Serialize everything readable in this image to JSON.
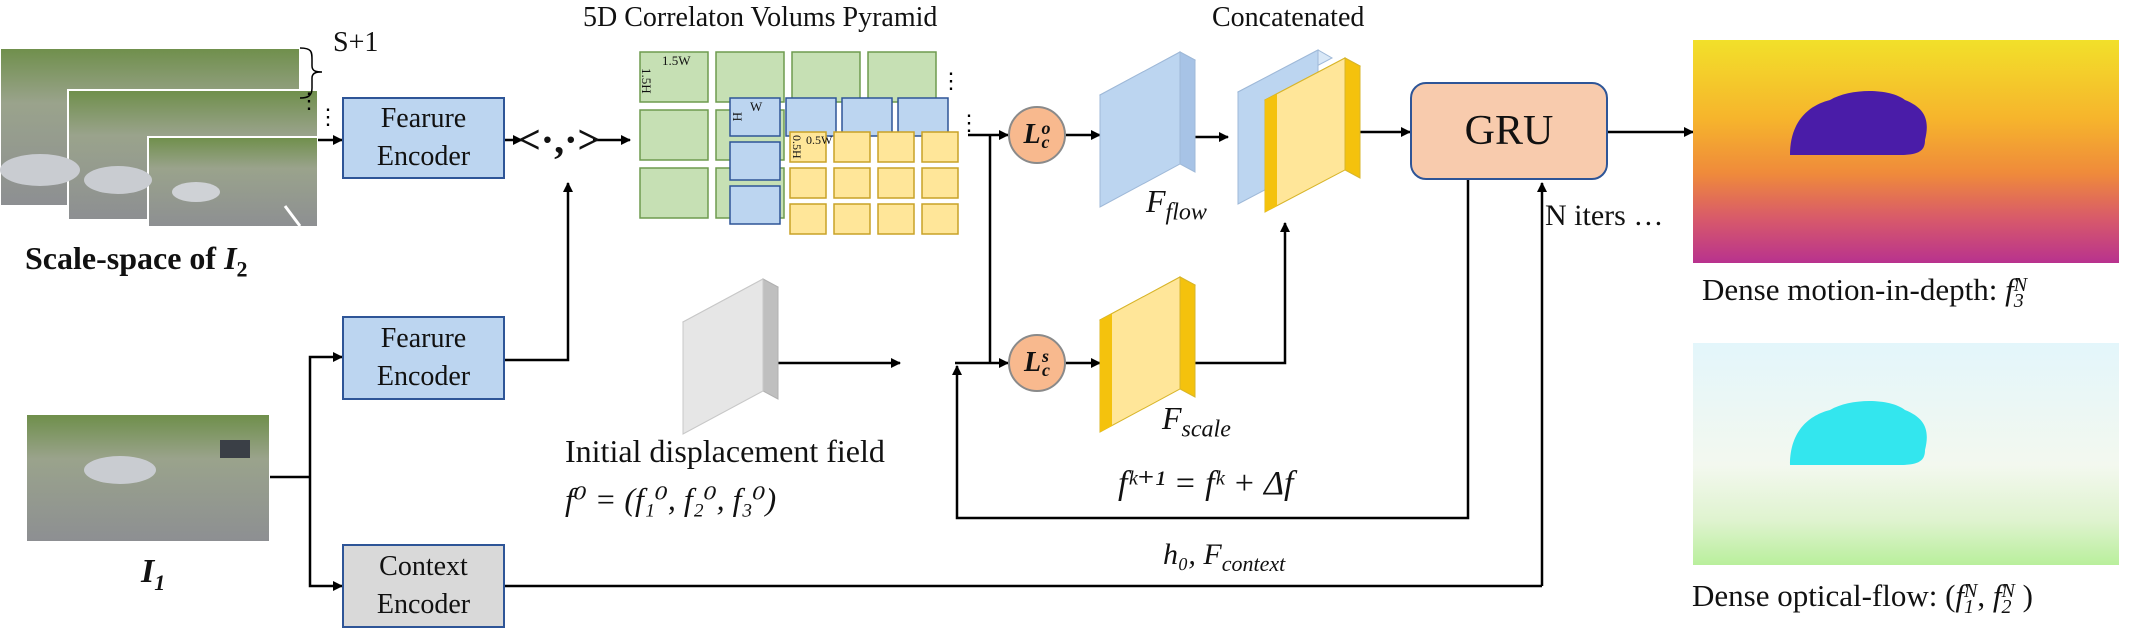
{
  "scale_space": {
    "brace_label": "S+1",
    "caption_text": "Scale-space of ",
    "caption_var": "I",
    "caption_sub": "2"
  },
  "i1": {
    "var": "I",
    "sub": "1"
  },
  "encoder_top": {
    "line1": "Fearure",
    "line2": "Encoder"
  },
  "encoder_mid": {
    "line1": "Fearure",
    "line2": "Encoder"
  },
  "context_encoder": {
    "line1": "Context",
    "line2": "Encoder"
  },
  "inner_product": "<·,·>",
  "pyramid": {
    "title": "5D Correlaton Volums Pyramid",
    "labels": [
      "1.5W",
      "1.5H",
      "W",
      "H",
      "0.5W",
      "0.5H"
    ]
  },
  "lookup_o": {
    "base": "L",
    "sub": "c",
    "sup": "o"
  },
  "lookup_s": {
    "base": "L",
    "sub": "c",
    "sup": "s"
  },
  "concat_title": "Concatenated",
  "f_flow": {
    "base": "F",
    "sub": "flow"
  },
  "f_scale": {
    "base": "F",
    "sub": "scale"
  },
  "gru_label": "GRU",
  "iters_label": "N iters …",
  "init_field": {
    "line1": "Initial displacement field",
    "line2": "f⁰ = (f₁⁰, f₂⁰, f₃⁰)"
  },
  "update_eq": "fᵏ⁺¹ = fᵏ + Δf",
  "context_out": {
    "h": "h₀, F",
    "sub": "context"
  },
  "output_depth": {
    "caption": "Dense motion-in-depth: ",
    "var": "f",
    "sub": "3",
    "sup": "N"
  },
  "output_flow": {
    "caption": "Dense optical-flow: (",
    "var1": "f",
    "sub1": "1",
    "sup1": "N",
    "sep": ", ",
    "var2": "f",
    "sub2": "2",
    "sup2": "N",
    "close": " )"
  },
  "colors": {
    "encoder_blue": "#bcd5f0",
    "border_blue": "#2e5597",
    "green": "#c6e0b4",
    "yellow": "#ffe699",
    "gold": "#f4c20d",
    "orange": "#f8b98e",
    "gru": "#f8cbad"
  }
}
